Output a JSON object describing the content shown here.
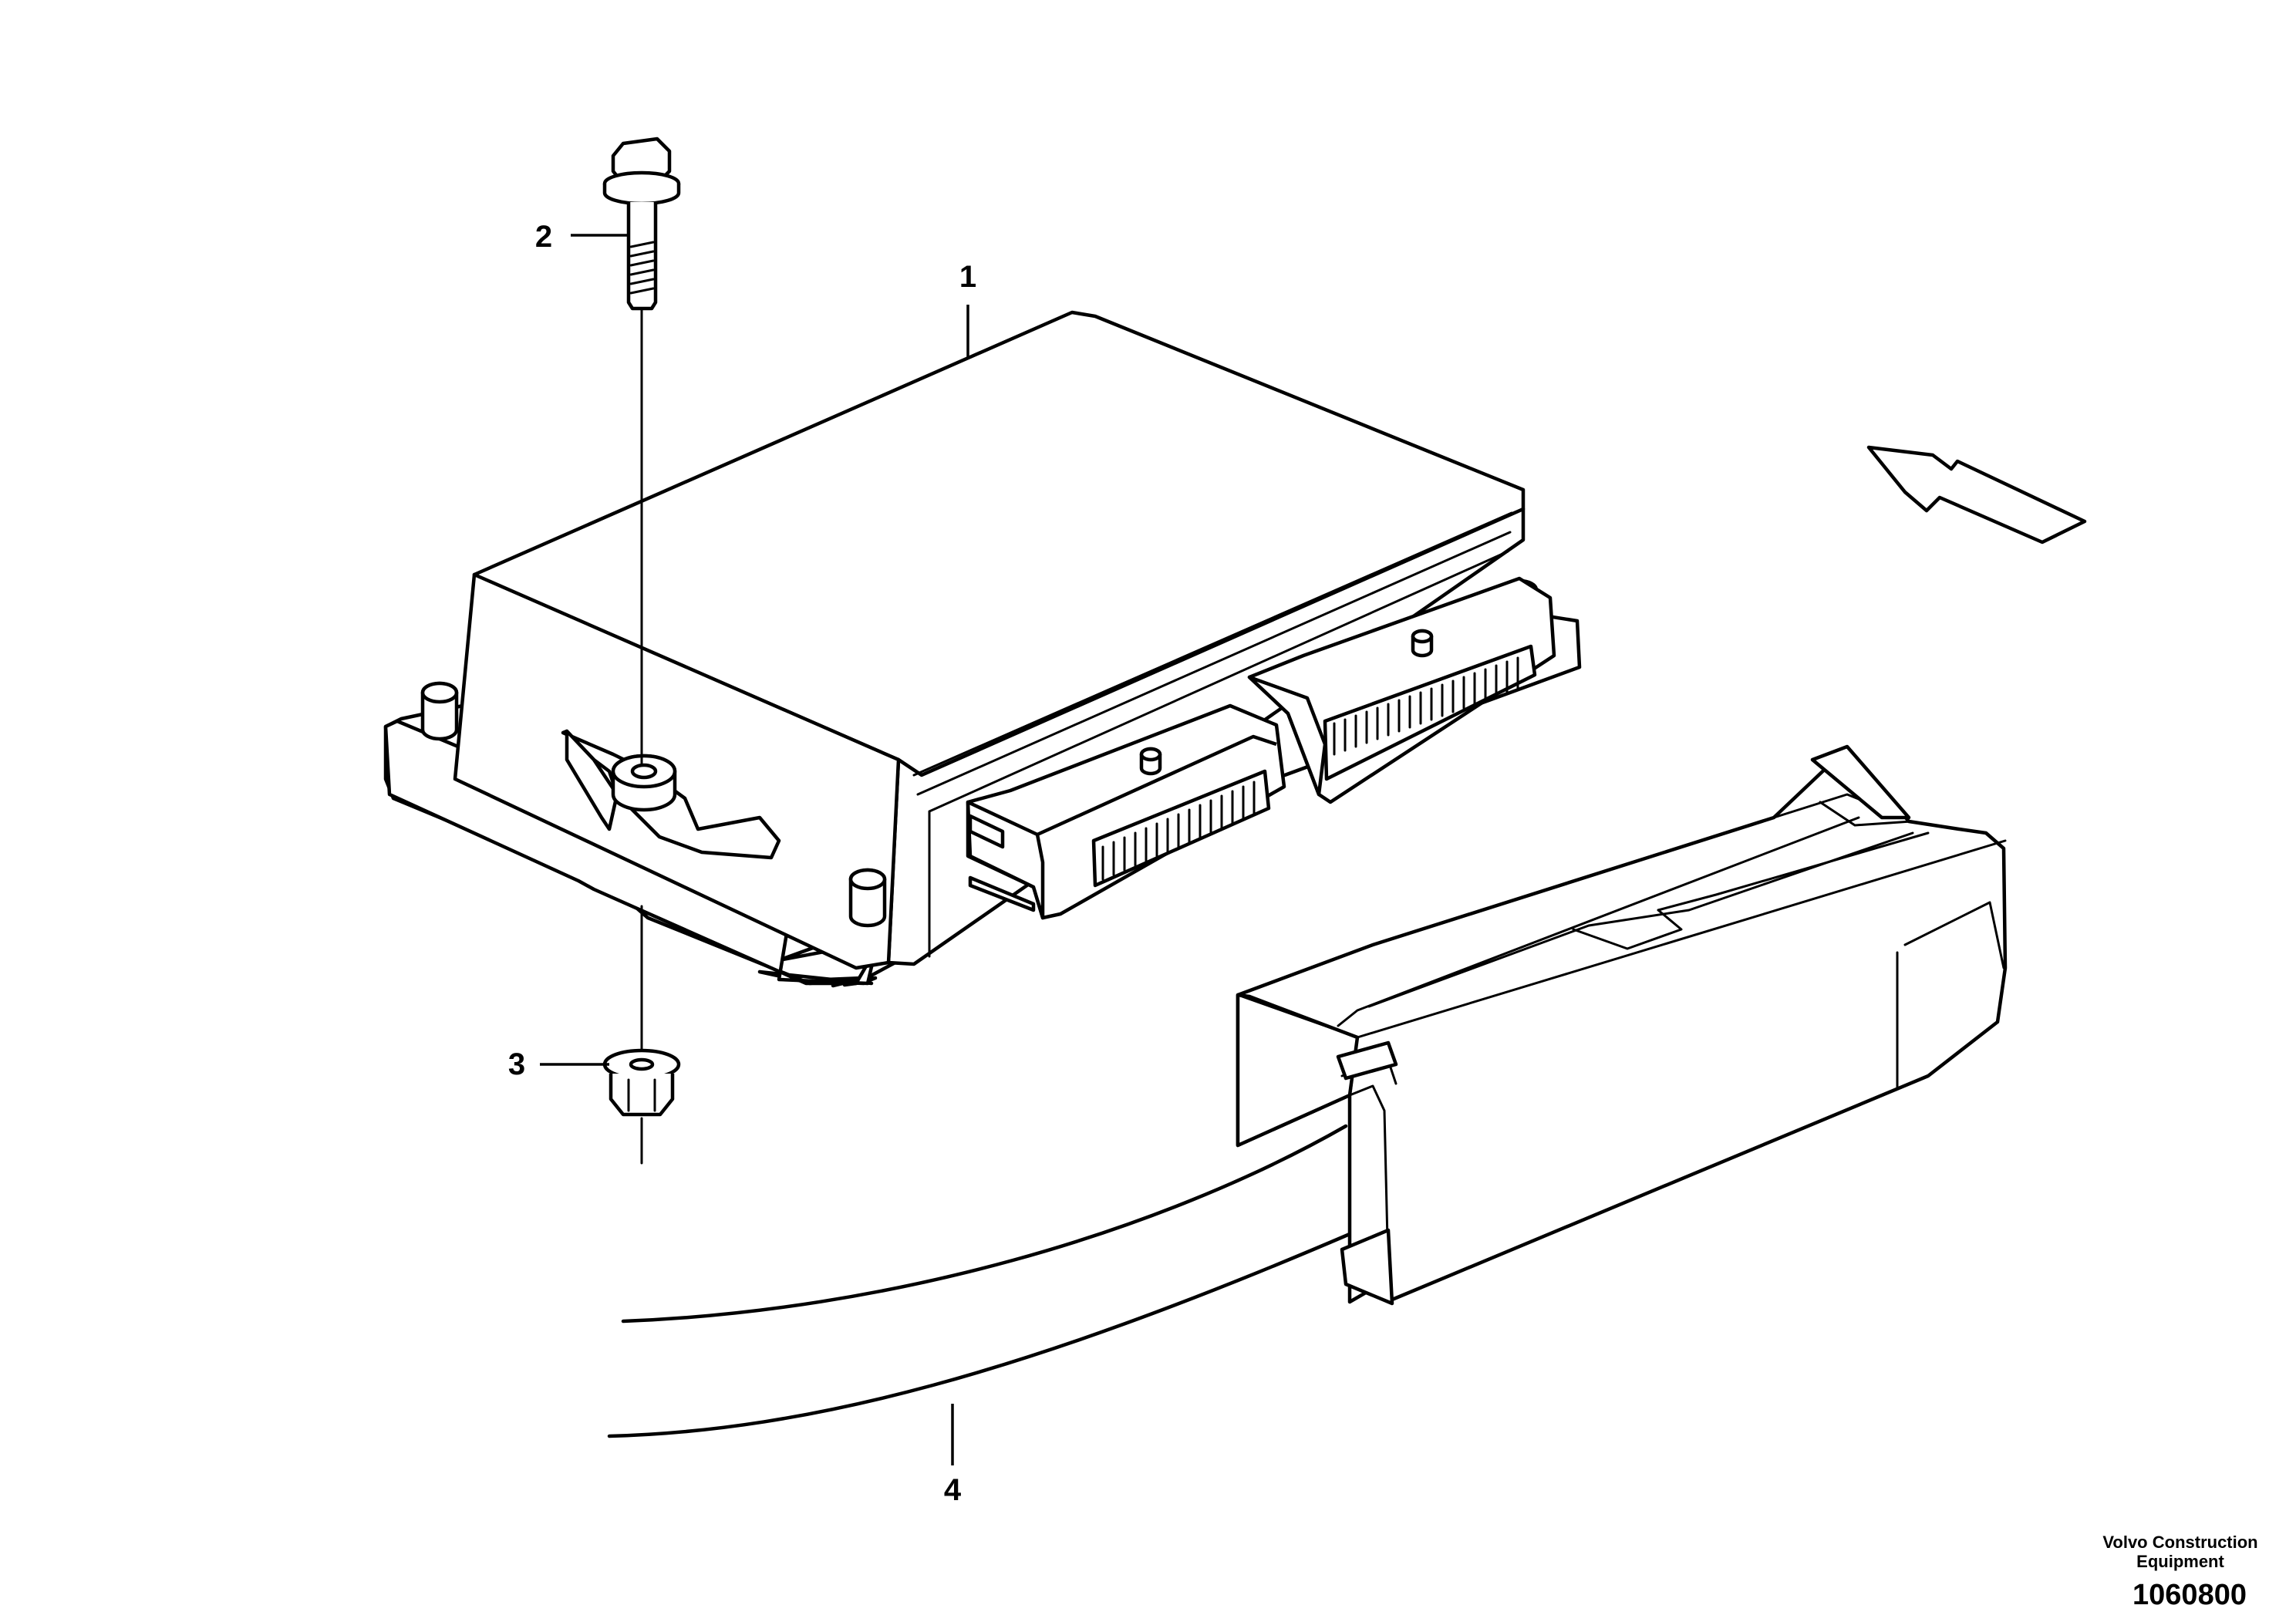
{
  "callouts": [
    {
      "id": "1",
      "label": "1",
      "part": "control-unit"
    },
    {
      "id": "2",
      "label": "2",
      "part": "flange-screw"
    },
    {
      "id": "3",
      "label": "3",
      "part": "flange-nut"
    },
    {
      "id": "4",
      "label": "4",
      "part": "cable-harness"
    }
  ],
  "credit": {
    "line1": "Volvo Construction",
    "line2": "Equipment"
  },
  "drawing_number": "1060800",
  "icons": {
    "direction": "direction-arrow-icon"
  }
}
